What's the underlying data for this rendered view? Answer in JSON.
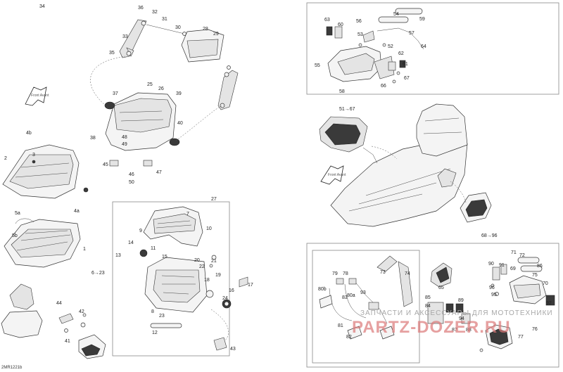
{
  "diagram_code": "2MR1221b",
  "watermark": {
    "line1": "ЗАПЧАСТИ И АКСЕССУАРЫ ДЛЯ МОТОТЕХНИКИ",
    "line2": "PARTZ-DOZER.RU"
  },
  "front_arrow_text": "Front Avant",
  "callouts": [
    "1",
    "2",
    "3",
    "4a",
    "4b",
    "5a",
    "5b",
    "6→23",
    "7",
    "8",
    "9",
    "10",
    "11",
    "12",
    "13",
    "14",
    "15",
    "16",
    "17",
    "18",
    "19",
    "20",
    "21",
    "22",
    "23",
    "24",
    "25",
    "26",
    "27",
    "28",
    "29",
    "30",
    "31",
    "32",
    "33",
    "34",
    "35",
    "36",
    "37",
    "38",
    "39",
    "40",
    "41",
    "42",
    "43",
    "44",
    "45",
    "46",
    "47",
    "48",
    "49",
    "50",
    "51→67",
    "52",
    "53",
    "54",
    "55",
    "56",
    "57",
    "58",
    "59",
    "60",
    "61",
    "62",
    "63",
    "64",
    "65",
    "66",
    "67",
    "68→96",
    "69",
    "70",
    "71",
    "72",
    "73",
    "74",
    "75",
    "76",
    "77",
    "78",
    "79",
    "80a",
    "80b",
    "81",
    "82",
    "83",
    "84",
    "85",
    "86",
    "87",
    "88",
    "89",
    "90",
    "91",
    "92",
    "93",
    "94",
    "95",
    "96"
  ]
}
